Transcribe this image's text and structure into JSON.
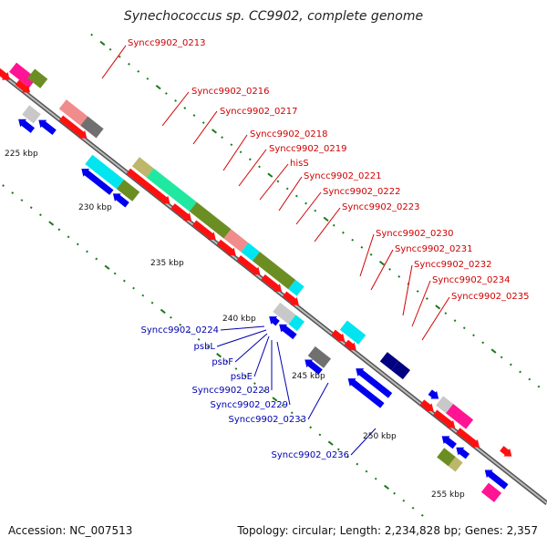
{
  "title": "Synechococcus sp. CC9902, complete genome",
  "footer": {
    "accession": "Accession: NC_007513",
    "summary": "Topology: circular; Length: 2,234,828 bp; Genes: 2,357"
  },
  "colors": {
    "backbone": "#888888",
    "tick": "#1a7a1a",
    "label_forward": "#d00000",
    "label_reverse": "#0000b0",
    "cds_red": "#ff1010",
    "cds_blue": "#0000ee",
    "cds_navy": "#000080",
    "cds_cyan": "#00e5f0",
    "cds_green": "#6b8e23",
    "cds_gray": "#707070",
    "cds_lightgray": "#c8c8c8",
    "cds_pink": "#f08c8c",
    "cds_magenta": "#ff1493",
    "cds_teal": "#20e8a0",
    "cds_tan": "#bdb76b"
  },
  "scale_labels": [
    "225 kbp",
    "230 kbp",
    "235 kbp",
    "240 kbp",
    "245 kbp",
    "250 kbp",
    "255 kbp"
  ],
  "labels_forward": [
    "Syncc9902_0213",
    "Syncc9902_0216",
    "Syncc9902_0217",
    "Syncc9902_0218",
    "Syncc9902_0219",
    "hisS",
    "Syncc9902_0221",
    "Syncc9902_0222",
    "Syncc9902_0223",
    "Syncc9902_0230",
    "Syncc9902_0231",
    "Syncc9902_0232",
    "Syncc9902_0234",
    "Syncc9902_0235"
  ],
  "labels_reverse": [
    "Syncc9902_0224",
    "psbL",
    "psbF",
    "psbE",
    "Syncc9902_0228",
    "Syncc9902_0229",
    "Syncc9902_0233",
    "Syncc9902_0236"
  ]
}
